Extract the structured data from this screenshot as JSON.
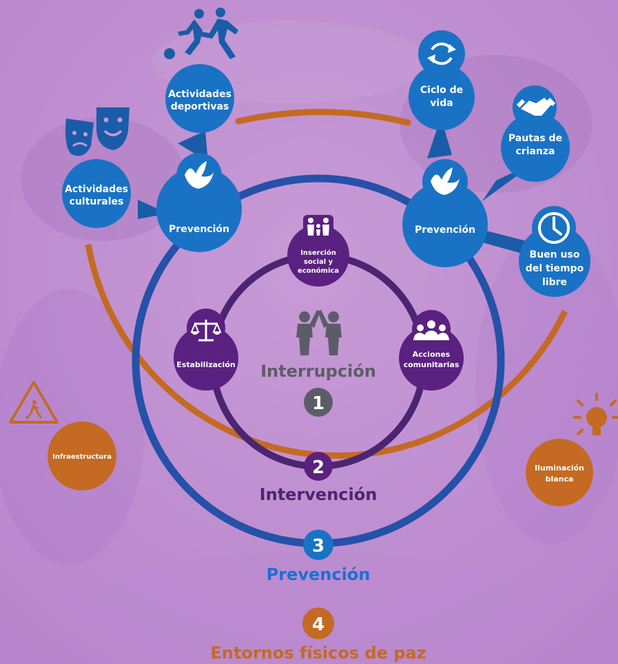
{
  "colors": {
    "background_tint": "#c89ad8",
    "blue_node": "#1a72c4",
    "blue_ring": "#2551a8",
    "purple_ring": "#4b2571",
    "purple_node": "#5a2180",
    "orange": "#c46a22",
    "gray_center": "#5c5c68",
    "bright_blue_text": "#1c6fd0"
  },
  "levels": [
    {
      "number": "1",
      "label": "Interrupción"
    },
    {
      "number": "2",
      "label": "Intervención"
    },
    {
      "number": "3",
      "label": "Prevención"
    },
    {
      "number": "4",
      "label": "Entornos físicos de paz"
    }
  ],
  "inner_nodes": {
    "top": {
      "line1": "Inserción",
      "line2": "social y",
      "line3": "económica",
      "icon": "family-icon"
    },
    "left": {
      "label": "Estabilización",
      "icon": "scales-icon"
    },
    "right": {
      "line1": "Acciones",
      "line2": "comunitarias",
      "icon": "group-icon"
    }
  },
  "prevention_hubs": {
    "left": {
      "label": "Prevención",
      "icon": "dove-icon"
    },
    "right": {
      "label": "Prevención",
      "icon": "dove-icon"
    }
  },
  "prevention_branches": {
    "deportivas": {
      "line1": "Actividades",
      "line2": "deportivas",
      "icon": "sports-icon"
    },
    "culturales": {
      "line1": "Actividades",
      "line2": "culturales",
      "icon": "theater-masks-icon"
    },
    "ciclo": {
      "line1": "Ciclo de",
      "line2": "vida",
      "icon": "cycle-icon"
    },
    "pautas": {
      "line1": "Pautas de",
      "line2": "crianza",
      "icon": "handshake-icon"
    },
    "tiempo": {
      "line1": "Buen uso",
      "line2": "del tiempo",
      "line3": "libre",
      "icon": "clock-icon"
    }
  },
  "outer_nodes": {
    "infra": {
      "label": "Infraestructura",
      "icon": "warning-sign-icon"
    },
    "ilum": {
      "line1": "Iluminación",
      "line2": "blanca",
      "icon": "lightbulb-icon"
    }
  }
}
